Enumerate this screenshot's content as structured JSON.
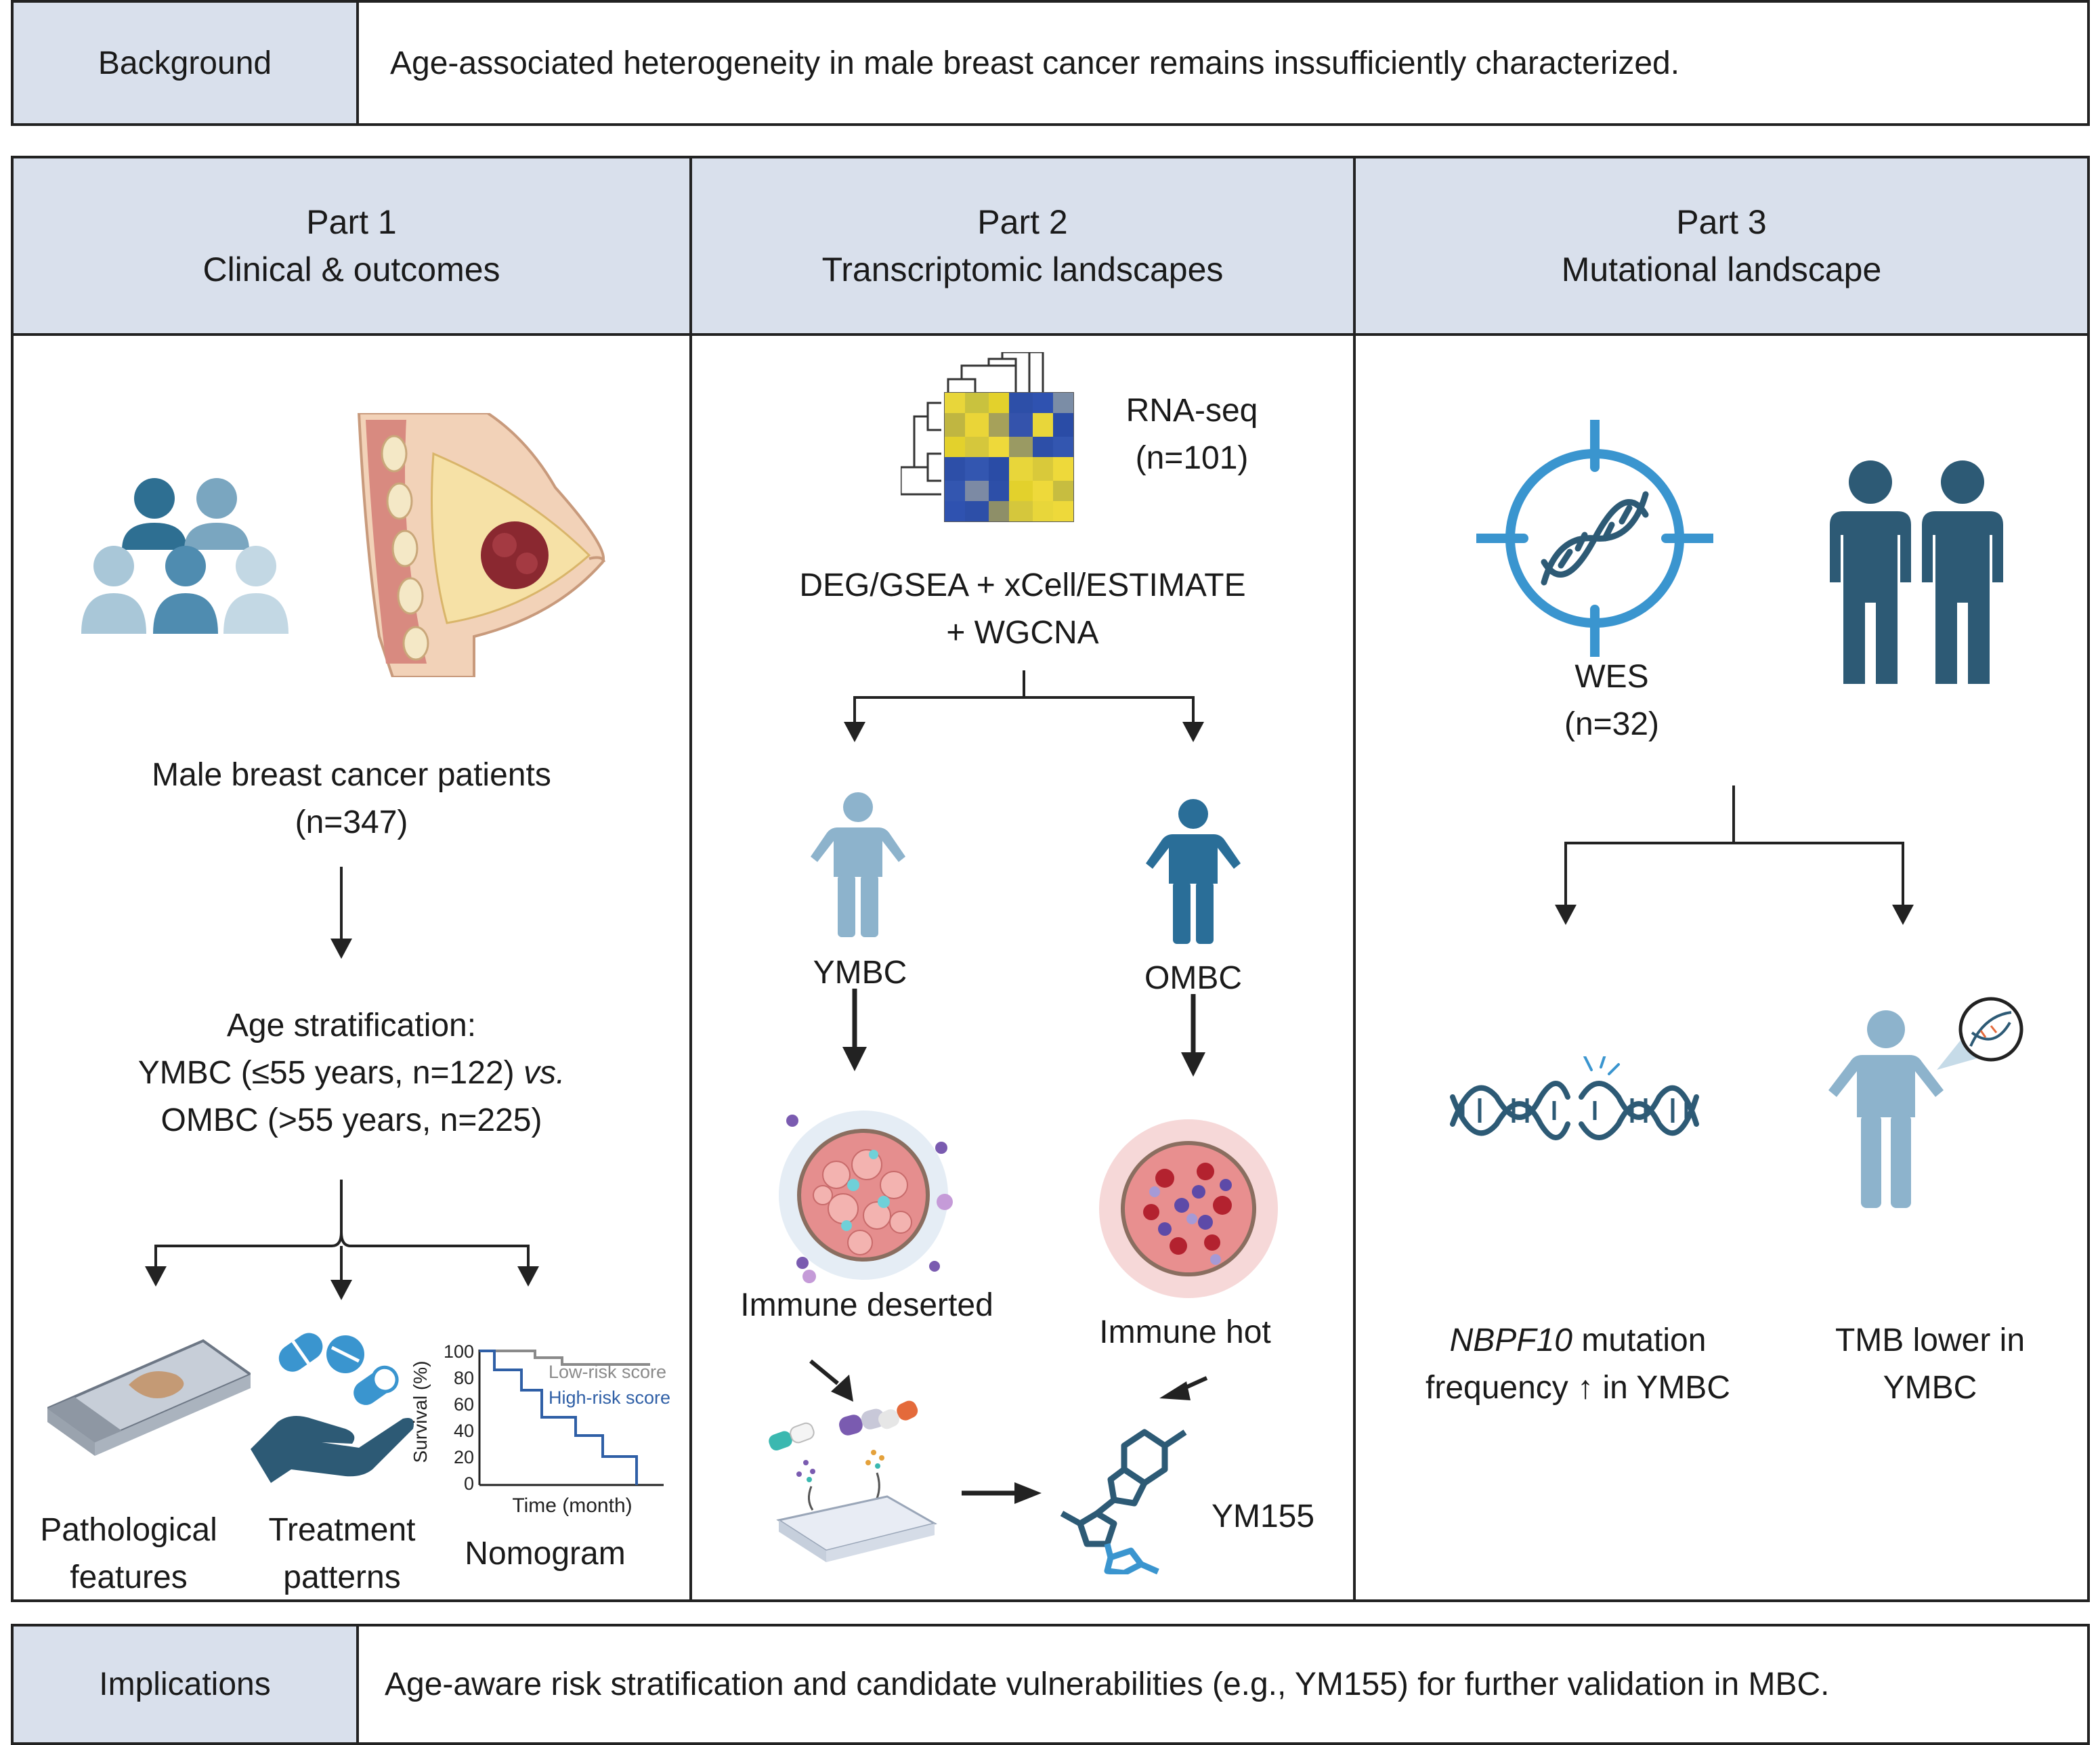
{
  "background": {
    "label": "Background",
    "text": "Age-associated heterogeneity in male breast cancer remains inssufficiently characterized."
  },
  "parts": [
    {
      "title_line1": "Part 1",
      "title_line2": "Clinical & outcomes"
    },
    {
      "title_line1": "Part 2",
      "title_line2": "Transcriptomic landscapes"
    },
    {
      "title_line1": "Part 3",
      "title_line2": "Mutational landscape"
    }
  ],
  "part1": {
    "patients_line1": "Male breast cancer patients",
    "patients_line2": "(n=347)",
    "age_line1": "Age stratification:",
    "age_line2_a": "YMBC (≤55 years, n=122) ",
    "age_line2_vs": "vs.",
    "age_line3": "OMBC (>55 years, n=225)",
    "outputs": [
      {
        "line1": "Pathological",
        "line2": "features"
      },
      {
        "line1": "Treatment",
        "line2": "patterns"
      },
      {
        "line1": "Nomogram",
        "line2": ""
      }
    ],
    "km": {
      "ylabel": "Survival (%)",
      "xlabel": "Time (month)",
      "yticks": [
        "100",
        "80",
        "60",
        "40",
        "20",
        "0"
      ],
      "low_label": "Low-risk score",
      "high_label": "High-risk score",
      "low_color": "#8a8a8a",
      "high_color": "#2f5fa6"
    }
  },
  "part2": {
    "rnaseq_line1": "RNA-seq",
    "rnaseq_line2": "(n=101)",
    "methods_line1": "DEG/GSEA + xCell/ESTIMATE",
    "methods_line2": "+ WGCNA",
    "ymbc": "YMBC",
    "ombc": "OMBC",
    "immune_deserted": "Immune deserted",
    "immune_hot": "Immune hot",
    "drug": "YM155",
    "ymbc_color": "#8db3cc",
    "ombc_color": "#2a6e98"
  },
  "part3": {
    "wes_line1": "WES",
    "wes_line2": "(n=32)",
    "nbpf_gene": "NBPF10",
    "nbpf_line1_rest": " mutation",
    "nbpf_line2": "frequency ↑ in YMBC",
    "tmb_line1": "TMB lower in",
    "tmb_line2": "YMBC",
    "target_color": "#3a95cf",
    "people_color": "#2d5a75"
  },
  "implications": {
    "label": "Implications",
    "text": "Age-aware risk stratification and candidate vulnerabilities (e.g., YM155) for further validation in MBC."
  }
}
